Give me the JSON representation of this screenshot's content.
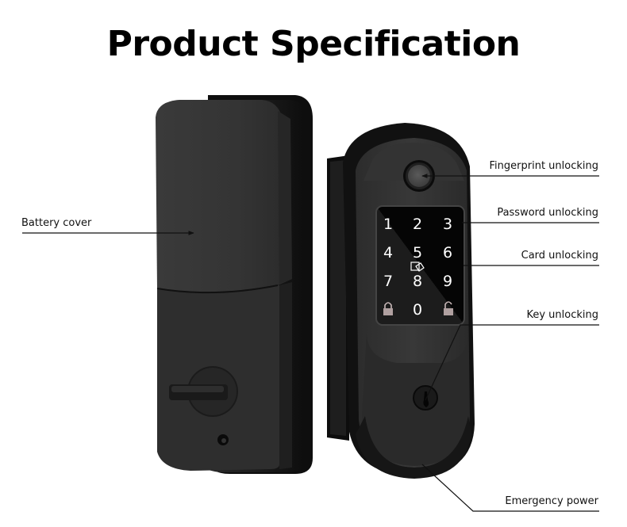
{
  "header": {
    "title": "Product Specification"
  },
  "product": {
    "name": "smart-deadbolt-lock",
    "colors": {
      "body": "#2f2f2f",
      "body_dark": "#1a1a1a",
      "screen": "#0a0a0a",
      "key_text": "#ffffff",
      "leader_line": "#111111",
      "background": "#ffffff"
    },
    "keypad": {
      "keys": [
        "1",
        "2",
        "3",
        "4",
        "5",
        "6",
        "7",
        "8",
        "9",
        "lock",
        "0",
        "unlock"
      ],
      "icons": {
        "lock": "lock-closed-icon",
        "unlock": "lock-open-icon",
        "card": "card-reader-icon"
      }
    }
  },
  "annotations": {
    "battery_cover": "Battery cover",
    "fingerprint": "Fingerprint unlocking",
    "password": "Password unlocking",
    "card": "Card unlocking",
    "key": "Key unlocking",
    "emergency_power": "Emergency power"
  }
}
